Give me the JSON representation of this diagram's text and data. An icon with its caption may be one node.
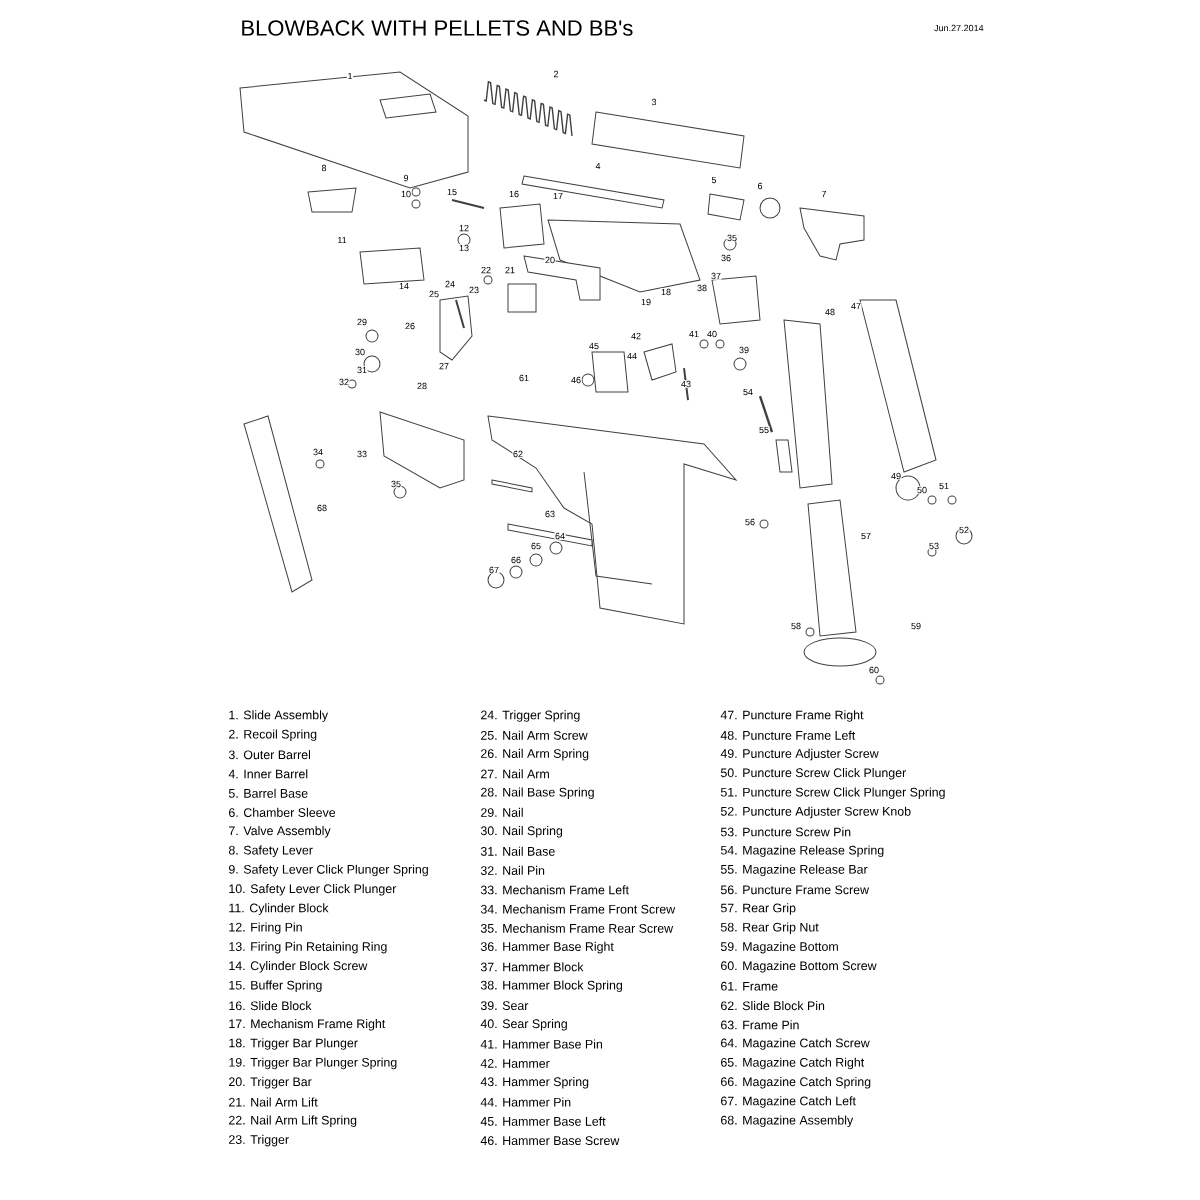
{
  "diagram": {
    "title": "BLOWBACK WITH PELLETS AND BB's",
    "labels": [
      "Jun.27.2014",
      "2",
      "1",
      "3",
      "4",
      "8",
      "9",
      "5",
      "6",
      "15",
      "10",
      "16",
      "7",
      "17",
      "12",
      "35",
      "11",
      "13",
      "36",
      "20",
      "22",
      "21",
      "37",
      "24",
      "14",
      "38",
      "23",
      "18",
      "25",
      "19",
      "47",
      "48",
      "29",
      "26",
      "40",
      "41",
      "42",
      "45",
      "39",
      "30",
      "44",
      "27",
      "31",
      "61",
      "46",
      "32",
      "43",
      "28",
      "54",
      "55",
      "34",
      "33",
      "62",
      "49",
      "35",
      "51",
      "50",
      "68",
      "63",
      "56",
      "52",
      "57",
      "64",
      "53",
      "65",
      "66",
      "67",
      "58",
      "59",
      "60",
      "1.  Slide Assembly",
      "2.  Recoil Spring",
      "3.  Outer Barrel",
      "4.  Inner Barrel",
      "5.  Barrel Base",
      "6.  Chamber Sleeve",
      "7.  Valve Assembly",
      "8.  Safety Lever",
      "9.  Safety Lever Click Plunger Spring",
      "10. Safety Lever Click Plunger",
      "11. Cylinder Block",
      "12. Firing Pin",
      "13. Firing Pin Retaining Ring",
      "14. Cylinder Block Screw",
      "15. Buffer Spring",
      "16. Slide Block",
      "17. Mechanism Frame Right",
      "18. Trigger Bar Plunger",
      "19. Trigger Bar Plunger Spring",
      "20. Trigger Bar",
      "21. Nail Arm Lift",
      "22. Nail Arm Lift Spring",
      "23. Trigger",
      "24. Trigger Spring",
      "25. Nail Arm Screw",
      "26. Nail Arm Spring",
      "27. Nail Arm",
      "28. Nail Base Spring",
      "29. Nail",
      "30. Nail Spring",
      "31. Nail Base",
      "32. Nail Pin",
      "33. Mechanism Frame Left",
      "34. Mechanism Frame Front Screw",
      "35. Mechanism Frame Rear Screw",
      "36. Hammer Base Right",
      "37. Hammer Block",
      "38. Hammer Block Spring",
      "39. Sear",
      "40. Sear Spring",
      "41. Hammer Base Pin",
      "42. Hammer",
      "43. Hammer Spring",
      "44. Hammer Pin",
      "45. Hammer Base Left",
      "46. Hammer Base Screw",
      "47. Puncture Frame Right",
      "48. Puncture Frame Left",
      "49. Puncture Adjuster Screw",
      "50. Puncture Screw Click Plunger",
      "51. Puncture Screw Click Plunger Spring",
      "52. Puncture Adjuster Screw Knob",
      "53. Puncture Screw Pin",
      "54. Magazine Release Spring",
      "55. Magazine Release Bar",
      "56. Puncture Frame Screw",
      "57. Rear Grip",
      "58. Rear Grip Nut",
      "59. Magazine Bottom",
      "60. Magazine Bottom Screw",
      "61. Frame",
      "62. Slide Block Pin",
      "63. Frame Pin",
      "64. Magazine Catch Screw",
      "65. Magazine Catch Right",
      "66. Magazine Catch Spring",
      "67. Magazine Catch Left",
      "68. Magazine Assembly"
    ]
  }
}
